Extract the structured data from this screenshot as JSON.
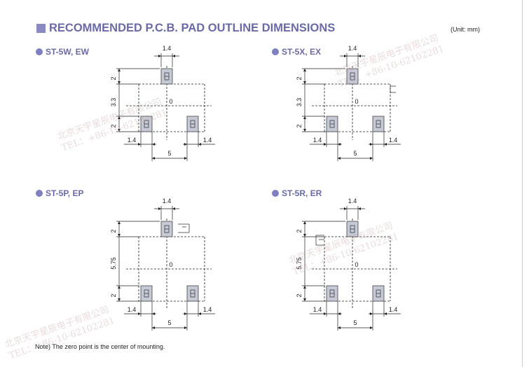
{
  "header": {
    "title": "RECOMMENDED P.C.B. PAD OUTLINE DIMENSIONS",
    "unit": "(Unit: mm)"
  },
  "sections": [
    {
      "label": "ST-5W, EW",
      "dims": {
        "top_width": "1.4",
        "pad_h": "2",
        "span_v": "3.3",
        "origin": "0",
        "left_w": "1.4",
        "right_w": "1.4",
        "total_w": "5"
      }
    },
    {
      "label": "ST-5X, EX",
      "dims": {
        "top_width": "1.4",
        "pad_h": "2",
        "span_v": "3.3",
        "origin": "0",
        "left_w": "1.4",
        "right_w": "1.4",
        "total_w": "5"
      }
    },
    {
      "label": "ST-5P, EP",
      "dims": {
        "top_width": "1.4",
        "pad_h": "2",
        "span_v": "5.75",
        "origin": "0",
        "left_w": "1.4",
        "right_w": "1.4",
        "total_w": "5"
      }
    },
    {
      "label": "ST-5R, ER",
      "dims": {
        "top_width": "1.4",
        "pad_h": "2",
        "span_v": "5.75",
        "origin": "0",
        "left_w": "1.4",
        "right_w": "1.4",
        "total_w": "5"
      }
    }
  ],
  "note": "Note) The zero point is the center of mounting.",
  "watermark": {
    "line1": "北京天宇星辰电子有限公司",
    "line2": "TEL：+86-10-62102281"
  },
  "colors": {
    "accent": "#6a6aa8",
    "pad_fill": "#c6cad6",
    "text": "#222222"
  }
}
